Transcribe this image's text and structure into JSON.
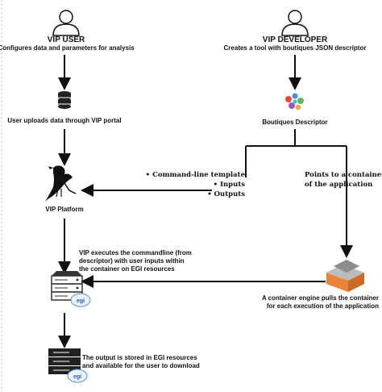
{
  "actors": {
    "user": {
      "title": "VIP USER",
      "subtitle": "Configures data and parameters for analysis"
    },
    "developer": {
      "title": "VIP DEVELOPER",
      "subtitle": "Creates a tool with boutiques JSON descriptor"
    }
  },
  "nodes": {
    "upload": "User uploads data through VIP portal",
    "boutiques": "Boutiques Descriptor",
    "platform": "VIP Platform",
    "execute": [
      "VIP executes the commandline (from",
      "descriptor) with user inputs within",
      "the container on EGI resources"
    ],
    "engine": [
      "A container engine pulls the container",
      "for each execution of the application"
    ],
    "output": [
      "The output is stored in EGI resources",
      "and available for the user to download"
    ]
  },
  "branch_left": [
    "• Command-line template",
    "• Inputs",
    "• Outputs"
  ],
  "branch_right": [
    "Points to a container",
    "of the application"
  ],
  "logos": {
    "egi": "egi"
  },
  "colors": {
    "line": "#111111",
    "text": "#111111",
    "engine_orange": "#e8833a",
    "engine_gray": "#8c8c8c"
  }
}
